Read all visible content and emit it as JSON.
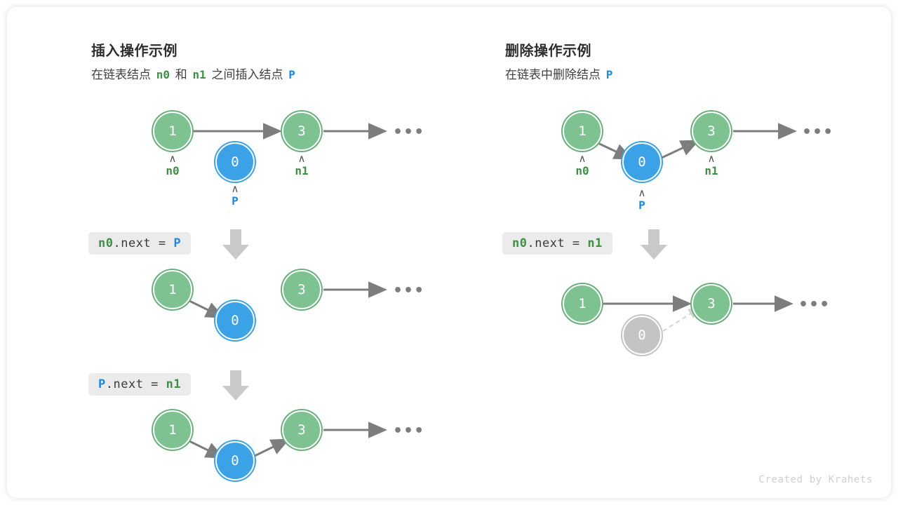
{
  "footer": {
    "credit": "Created by Krahets"
  },
  "panels": {
    "insert": {
      "title": "插入操作示例",
      "subtitle": {
        "part1": "在链表结点",
        "n0": "n0",
        "part2": "和",
        "n1": "n1",
        "part3": "之间插入结点",
        "p": "P"
      },
      "steps": [
        {
          "code": {
            "target": "n0",
            "middle": ".next = ",
            "value": "P",
            "target_color": "green",
            "value_color": "blue"
          },
          "nodes": [
            {
              "label": "1",
              "color": "green"
            },
            {
              "label": "0",
              "color": "blue"
            },
            {
              "label": "3",
              "color": "green"
            }
          ]
        },
        {
          "code": {
            "target": "P",
            "middle": ".next = ",
            "value": "n1",
            "target_color": "blue",
            "value_color": "green"
          }
        }
      ],
      "pointers": [
        {
          "label": "n0",
          "color": "green"
        },
        {
          "label": "n1",
          "color": "green"
        },
        {
          "label": "P",
          "color": "blue"
        }
      ],
      "ellipsis": "•••"
    },
    "delete": {
      "title": "删除操作示例",
      "subtitle": {
        "part1": "在链表中删除结点",
        "p": "P"
      },
      "steps": [
        {
          "code": {
            "target": "n0",
            "middle": ".next = ",
            "value": "n1",
            "target_color": "green",
            "value_color": "green"
          },
          "nodes": [
            {
              "label": "1",
              "color": "green"
            },
            {
              "label": "0",
              "color": "blue"
            },
            {
              "label": "3",
              "color": "green"
            }
          ]
        }
      ],
      "result_nodes": [
        {
          "label": "1",
          "color": "green"
        },
        {
          "label": "0",
          "color": "gray"
        },
        {
          "label": "3",
          "color": "green"
        }
      ],
      "pointers": [
        {
          "label": "n0",
          "color": "green"
        },
        {
          "label": "n1",
          "color": "green"
        },
        {
          "label": "P",
          "color": "blue"
        }
      ],
      "ellipsis": "•••"
    }
  },
  "caret": "∧",
  "colors": {
    "node_green_fill": "#7ec291",
    "node_green_ring": "#6aae7c",
    "node_blue_fill": "#3ca2e8",
    "node_gray_fill": "#c4c4c4",
    "label_green": "#3f8f45",
    "label_blue": "#1b8ade",
    "edge_gray": "#7d7d7d",
    "chip_bg": "#ebebeb"
  }
}
